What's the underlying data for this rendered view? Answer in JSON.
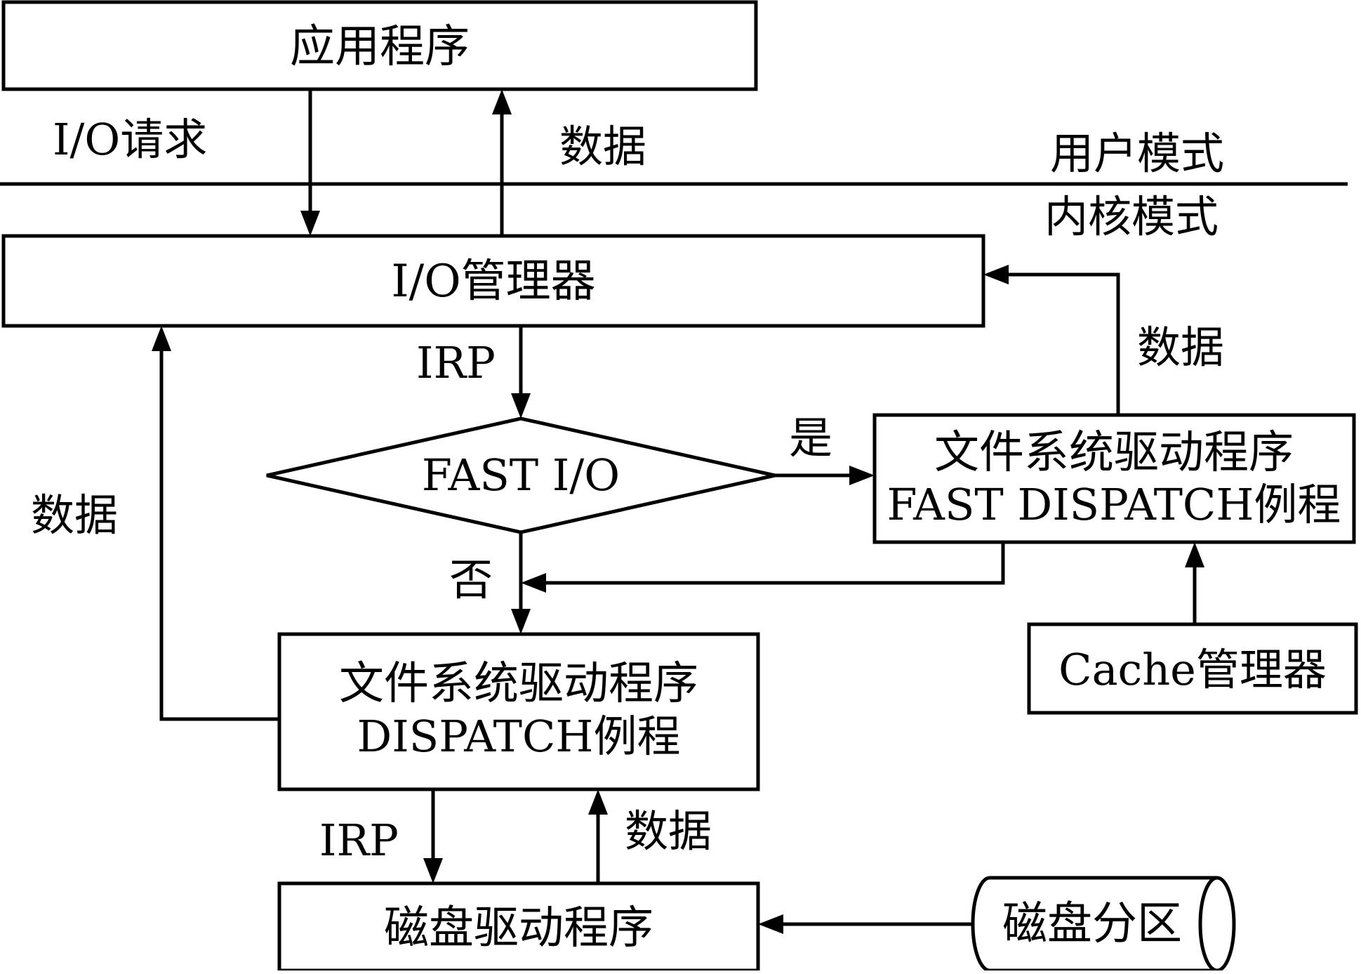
{
  "nodes": {
    "app": "应用程序",
    "io_manager": "I/O管理器",
    "decision": "FAST I/O",
    "fast_driver": [
      "文件系统驱动程序",
      "FAST DISPATCH例程"
    ],
    "dispatch_driver": [
      "文件系统驱动程序",
      "DISPATCH例程"
    ],
    "cache_manager": "Cache管理器",
    "disk_driver": "磁盘驱动程序",
    "disk_partition": "磁盘分区"
  },
  "labels": {
    "io_request": "I/O请求",
    "data_to_app": "数据",
    "user_mode": "用户模式",
    "kernel_mode": "内核模式",
    "irp_top": "IRP",
    "yes": "是",
    "no": "否",
    "data_fast": "数据",
    "data_left": "数据",
    "irp_bottom": "IRP",
    "data_bottom": "数据"
  }
}
